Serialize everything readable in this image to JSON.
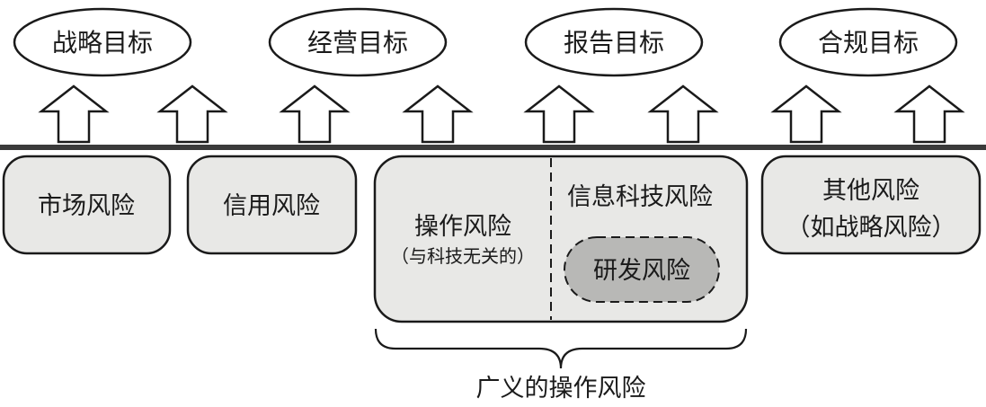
{
  "goals": [
    {
      "label": "战略目标"
    },
    {
      "label": "经营目标"
    },
    {
      "label": "报告目标"
    },
    {
      "label": "合规目标"
    }
  ],
  "risks": {
    "market": "市场风险",
    "credit": "信用风险",
    "operational_title": "操作风险",
    "operational_note": "（与科技无关的）",
    "it_title": "信息科技风险",
    "rd": "研发风险",
    "other_title": "其他风险",
    "other_note": "（如战略风险）"
  },
  "caption": "广义的操作风险",
  "colors": {
    "box_fill": "#e8e8e6",
    "rd_fill": "#b8b8b6",
    "stroke": "#1a1a1a",
    "line": "#3a3a3a"
  }
}
